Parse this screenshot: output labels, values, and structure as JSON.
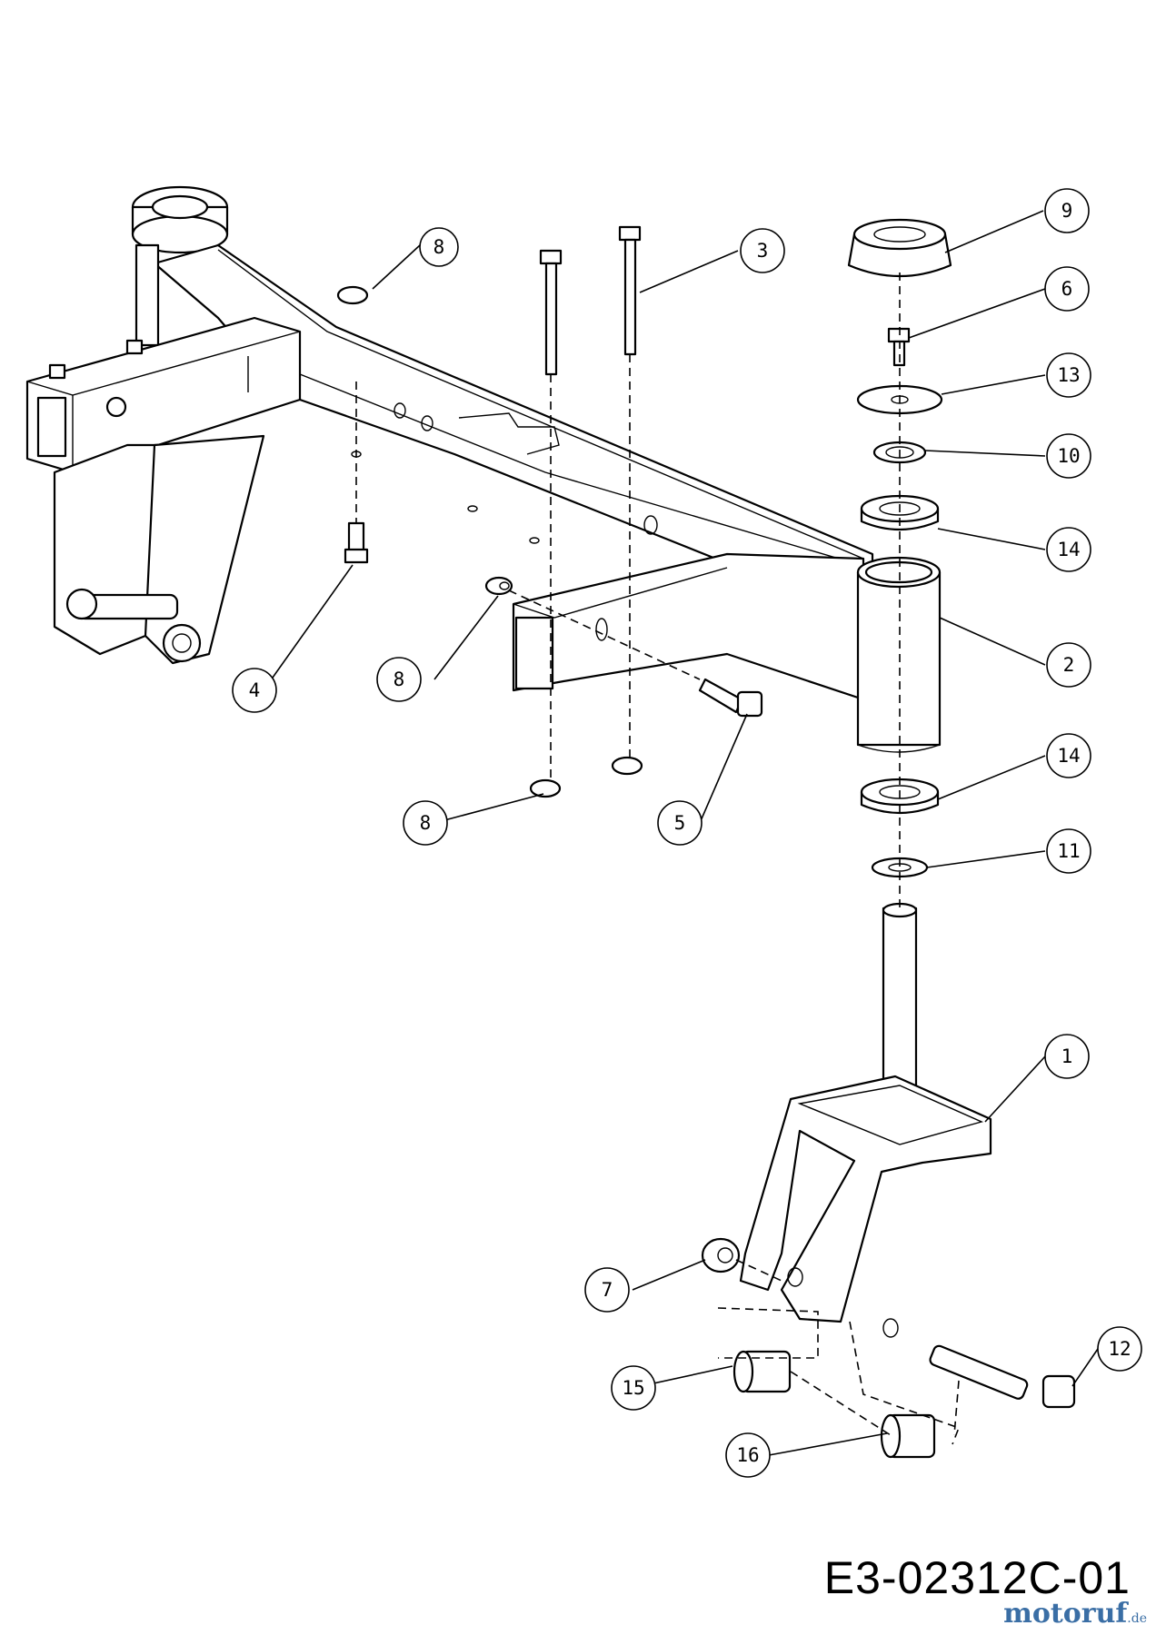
{
  "drawing": {
    "reference": "E3-02312C-01",
    "watermark": "motoruf",
    "watermark_tld": ".de"
  },
  "callouts": [
    {
      "id": "c-9",
      "label": "9"
    },
    {
      "id": "c-8a",
      "label": "8"
    },
    {
      "id": "c-3",
      "label": "3"
    },
    {
      "id": "c-6",
      "label": "6"
    },
    {
      "id": "c-13",
      "label": "13"
    },
    {
      "id": "c-10",
      "label": "10"
    },
    {
      "id": "c-14a",
      "label": "14"
    },
    {
      "id": "c-2",
      "label": "2"
    },
    {
      "id": "c-4",
      "label": "4"
    },
    {
      "id": "c-8b",
      "label": "8"
    },
    {
      "id": "c-14b",
      "label": "14"
    },
    {
      "id": "c-8c",
      "label": "8"
    },
    {
      "id": "c-5",
      "label": "5"
    },
    {
      "id": "c-11",
      "label": "11"
    },
    {
      "id": "c-1",
      "label": "1"
    },
    {
      "id": "c-12",
      "label": "12"
    },
    {
      "id": "c-7",
      "label": "7"
    },
    {
      "id": "c-15",
      "label": "15"
    },
    {
      "id": "c-16",
      "label": "16"
    }
  ]
}
